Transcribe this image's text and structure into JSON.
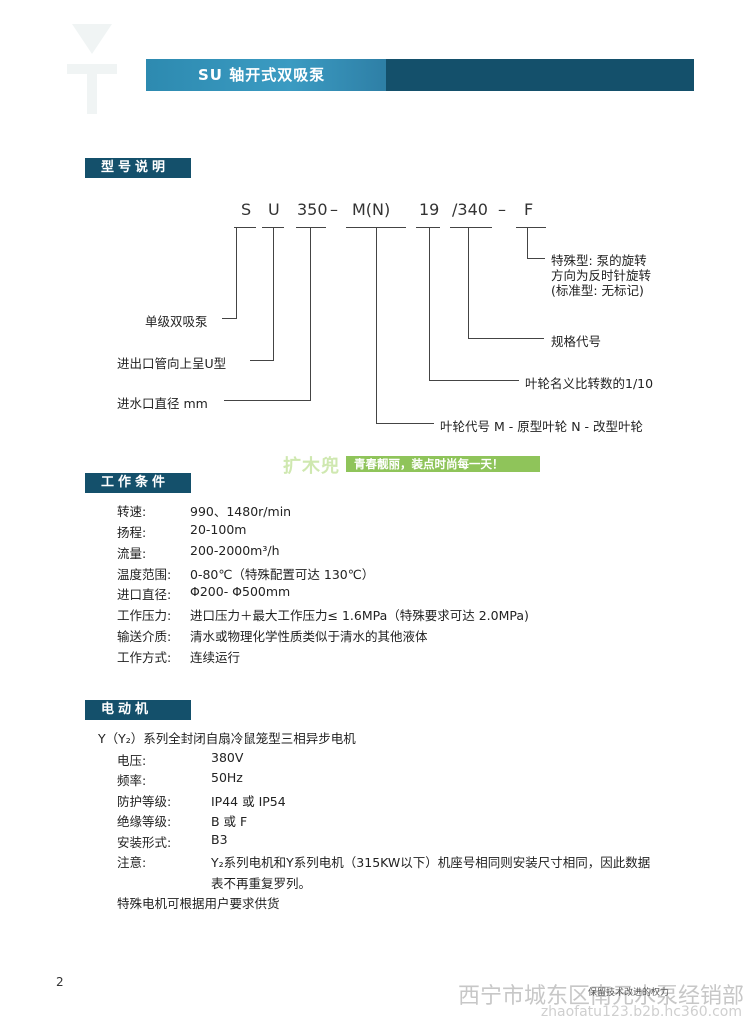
{
  "title": "SU 轴开式双吸泵",
  "sections": {
    "model": "型号说明",
    "conditions": "工作条件",
    "motor": "电动机"
  },
  "model_code": {
    "parts": [
      "S",
      "U",
      "350",
      "–",
      "M(N)",
      "19",
      "/340",
      "–",
      "F"
    ],
    "annotations": {
      "special": [
        "特殊型: 泵的旋转",
        "方向为反时针旋转",
        "(标准型: 无标记)"
      ],
      "spec_code": "规格代号",
      "single_stage": "单级双吸泵",
      "u_shape": "进出口管向上呈U型",
      "inlet_dia": "进水口直径 mm",
      "speed_ratio": "叶轮名义比转数的1/10",
      "impeller": "叶轮代号 M - 原型叶轮 N - 改型叶轮"
    }
  },
  "watermark": {
    "brand": "扩木兜",
    "slogan": "青春靓丽，装点时尚每一天！"
  },
  "conditions": [
    {
      "label": "转速:",
      "value": "990、1480r/min"
    },
    {
      "label": "扬程:",
      "value": "20-100m"
    },
    {
      "label": "流量:",
      "value": "200-2000m³/h"
    },
    {
      "label": "温度范围:",
      "value": "0-80℃（特殊配置可达 130℃）"
    },
    {
      "label": "进口直径:",
      "value": "Φ200- Φ500mm"
    },
    {
      "label": "工作压力:",
      "value": "进口压力＋最大工作压力≤ 1.6MPa（特殊要求可达 2.0MPa)"
    },
    {
      "label": "输送介质:",
      "value": "清水或物理化学性质类似于清水的其他液体"
    },
    {
      "label": "工作方式:",
      "value": "连续运行"
    }
  ],
  "motor": {
    "intro": "Y（Y₂）系列全封闭自扇冷鼠笼型三相异步电机",
    "rows": [
      {
        "label": "电压:",
        "value": "380V"
      },
      {
        "label": "频率:",
        "value": "50Hz"
      },
      {
        "label": "防护等级:",
        "value": "IP44 或 IP54"
      },
      {
        "label": "绝缘等级:",
        "value": "B 或 F"
      },
      {
        "label": "安装形式:",
        "value": "B3"
      },
      {
        "label": "注意:",
        "value": "Y₂系列电机和Y系列电机（315KW以下）机座号相同则安装尺寸相同，因此数据"
      }
    ],
    "note_cont": "表不再重复罗列。",
    "special": "特殊电机可根据用户要求供货"
  },
  "footer": {
    "page": "2",
    "tiny": "保留技术改进的权力",
    "company": "西宁市城东区南元水泵经销部",
    "url": "zhaofatu123.b2b.hc360.com"
  }
}
